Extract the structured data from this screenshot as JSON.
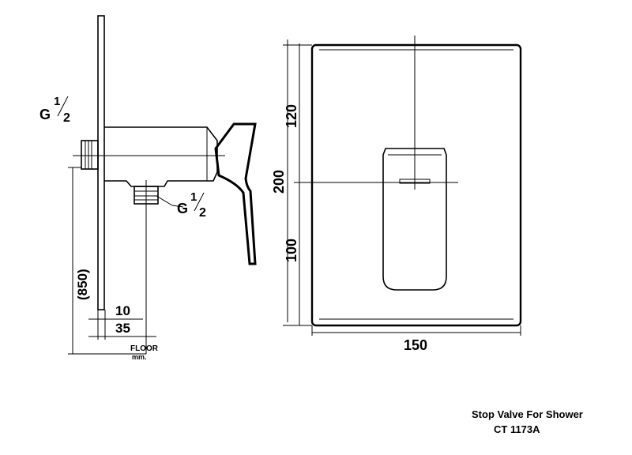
{
  "side_view": {
    "thread_label_top": {
      "letter": "G",
      "numerator": "1",
      "denominator": "2"
    },
    "thread_label_bottom": {
      "letter": "G",
      "numerator": "1",
      "denominator": "2"
    },
    "dim_height": "(850)",
    "dim_wall_10": "10",
    "dim_wall_35": "35",
    "floor_label": "FLOOR",
    "unit_label": "mm."
  },
  "front_view": {
    "dim_upper": "120",
    "dim_total": "200",
    "dim_lower": "100",
    "dim_width": "150"
  },
  "title_block": {
    "product_name": "Stop Valve For Shower",
    "product_code": "CT 1173A"
  },
  "colors": {
    "line": "#000000",
    "background": "#ffffff"
  }
}
